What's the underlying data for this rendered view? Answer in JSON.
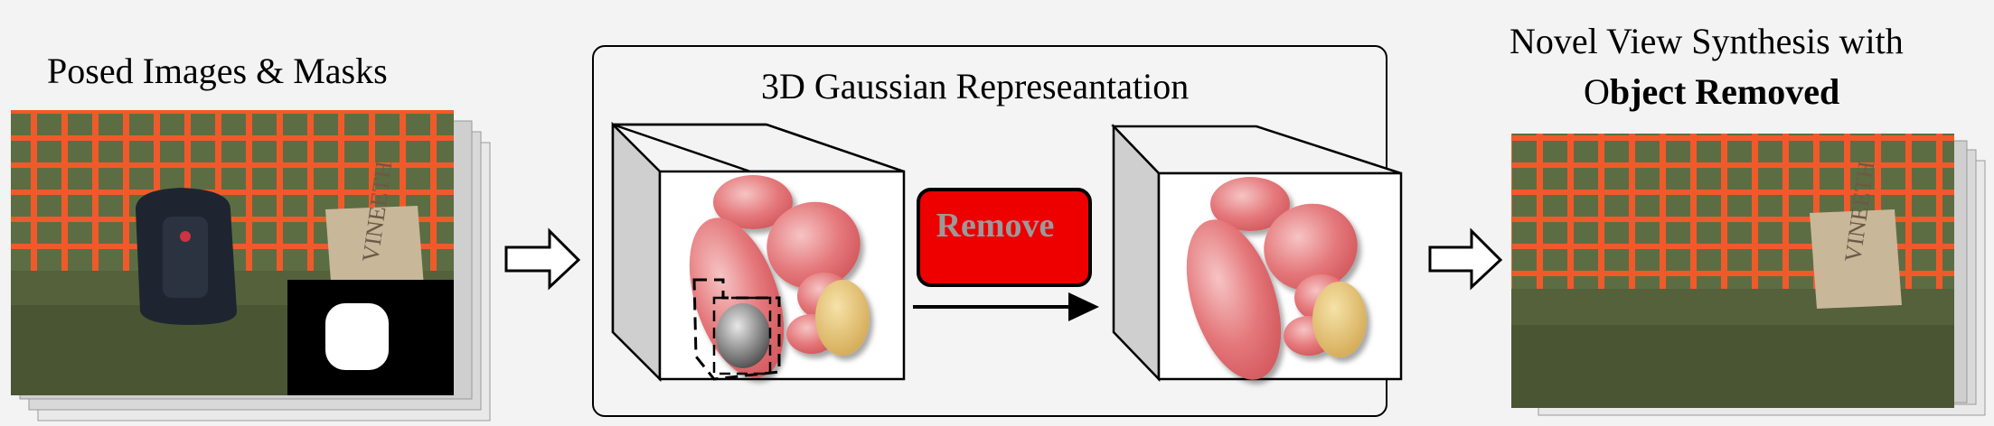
{
  "left": {
    "title": "Posed Images & Masks",
    "sign_text": "VINEETH"
  },
  "center": {
    "title": "3D Gaussian Represeantation",
    "remove_label": "Remove"
  },
  "right": {
    "title_line1": "Novel View Synthesis with",
    "title_line2_prefix": "O",
    "title_line2_bold": "bject Removed",
    "sign_text": "VINEETH"
  },
  "colors": {
    "gaussian_red": "#e0666b",
    "gaussian_gold": "#e3bf6a",
    "remove_box": "#ee0000",
    "fence": "#f05a2a",
    "grass": "#5a6a3a"
  }
}
